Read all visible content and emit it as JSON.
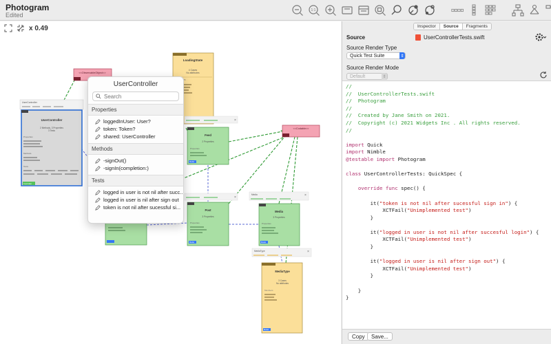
{
  "app": {
    "title": "Photogram",
    "subtitle": "Edited"
  },
  "canvas": {
    "zoom": "x 0.49"
  },
  "classes": {
    "user_controller": {
      "title": "UserController",
      "header": "UserController",
      "summary": "2 Methods, 3 Properties\n3 Tests",
      "sec1": "Properties",
      "sec2": "Methods",
      "sec3": "Tests",
      "footer": "Controller"
    },
    "loading_state": {
      "title": "LoadingState",
      "summary": "4 Cases\nNo attributes",
      "sec": "Properties"
    },
    "observable": {
      "title": "<<ObservableObject>>"
    },
    "codable": {
      "title": "<<Codable>>"
    },
    "feed": {
      "title": "Feed",
      "summary": "2 Properties",
      "sec": "Properties",
      "footer": "Model"
    },
    "post": {
      "title": "Post",
      "summary": "3 Properties",
      "sec": "Properties",
      "footer": "Model"
    },
    "media": {
      "title": "Media",
      "summary": "3 Properties",
      "sec": "Properties",
      "footer": "Model",
      "header": "Media"
    },
    "media_type": {
      "title": "MediaType",
      "summary": "3 Cases\nNo attributes",
      "sec": "Members",
      "footer": "Model",
      "header": "MediaType"
    }
  },
  "popover": {
    "title": "UserController",
    "search_placeholder": "Search",
    "properties_label": "Properties",
    "properties": [
      "loggedInUser: User?",
      "token: Token?",
      "shared: UserController"
    ],
    "methods_label": "Methods",
    "methods": [
      "-signOut()",
      "-signIn(completion:)"
    ],
    "tests_label": "Tests",
    "tests": [
      "logged in user is not nil after succ...",
      "logged in user is nil after sign out",
      "token is not nil after sucessful si..."
    ]
  },
  "inspector": {
    "tabs": [
      "Inspector",
      "Source",
      "Fragments"
    ],
    "active_tab": "Source",
    "source_label": "Source",
    "file_name": "UserControllerTests.swift",
    "render_type_label": "Source Render Type",
    "render_type_value": "Quick Test Suite",
    "render_mode_label": "Source Render Mode",
    "render_mode_value": "Default",
    "copy_button": "Copy",
    "save_button": "Save..."
  },
  "code_lines": [
    [
      {
        "t": "c",
        "s": "//"
      }
    ],
    [
      {
        "t": "c",
        "s": "//  UserControllerTests.swift"
      }
    ],
    [
      {
        "t": "c",
        "s": "//  Photogram"
      }
    ],
    [
      {
        "t": "c",
        "s": "//"
      }
    ],
    [
      {
        "t": "c",
        "s": "//  Created by Jane Smith on 2021."
      }
    ],
    [
      {
        "t": "c",
        "s": "//  Copyright (c) 2021 Widgets Inc . All rights reserved."
      }
    ],
    [
      {
        "t": "c",
        "s": "//"
      }
    ],
    [],
    [
      {
        "t": "k",
        "s": "import"
      },
      {
        "t": "p",
        "s": " Quick"
      }
    ],
    [
      {
        "t": "k",
        "s": "import"
      },
      {
        "t": "p",
        "s": " Nimble"
      }
    ],
    [
      {
        "t": "k",
        "s": "@testable import"
      },
      {
        "t": "p",
        "s": " Photogram"
      }
    ],
    [],
    [
      {
        "t": "k",
        "s": "class"
      },
      {
        "t": "p",
        "s": " UserControllerTests: QuickSpec {"
      }
    ],
    [],
    [
      {
        "t": "p",
        "s": "    "
      },
      {
        "t": "k",
        "s": "override func"
      },
      {
        "t": "p",
        "s": " spec() {"
      }
    ],
    [],
    [
      {
        "t": "p",
        "s": "        it("
      },
      {
        "t": "s",
        "s": "\"token is not nil after sucessful sign in\""
      },
      {
        "t": "p",
        "s": ") {"
      }
    ],
    [
      {
        "t": "p",
        "s": "            XCTFail("
      },
      {
        "t": "s",
        "s": "\"Unimplemented test\""
      },
      {
        "t": "p",
        "s": ")"
      }
    ],
    [
      {
        "t": "p",
        "s": "        }"
      }
    ],
    [],
    [
      {
        "t": "p",
        "s": "        it("
      },
      {
        "t": "s",
        "s": "\"logged in user is not nil after succesful login\""
      },
      {
        "t": "p",
        "s": ") {"
      }
    ],
    [
      {
        "t": "p",
        "s": "            XCTFail("
      },
      {
        "t": "s",
        "s": "\"Unimplemented test\""
      },
      {
        "t": "p",
        "s": ")"
      }
    ],
    [
      {
        "t": "p",
        "s": "        }"
      }
    ],
    [],
    [
      {
        "t": "p",
        "s": "        it("
      },
      {
        "t": "s",
        "s": "\"logged in user is nil after sign out\""
      },
      {
        "t": "p",
        "s": ") {"
      }
    ],
    [
      {
        "t": "p",
        "s": "            XCTFail("
      },
      {
        "t": "s",
        "s": "\"Unimplemented test\""
      },
      {
        "t": "p",
        "s": ")"
      }
    ],
    [
      {
        "t": "p",
        "s": "        }"
      }
    ],
    [],
    [
      {
        "t": "p",
        "s": "    }"
      }
    ],
    [
      {
        "t": "p",
        "s": "}"
      }
    ]
  ],
  "colors": {
    "class_yellow": "#fbdf99",
    "class_green": "#a9dfa4",
    "class_pink": "#f4a3b3",
    "class_gray": "#d9d9d9",
    "selection_blue": "#2f6fd6",
    "comment_green": "#3a9f3e",
    "keyword_pink": "#b0306e",
    "string_red": "#c41a16"
  }
}
